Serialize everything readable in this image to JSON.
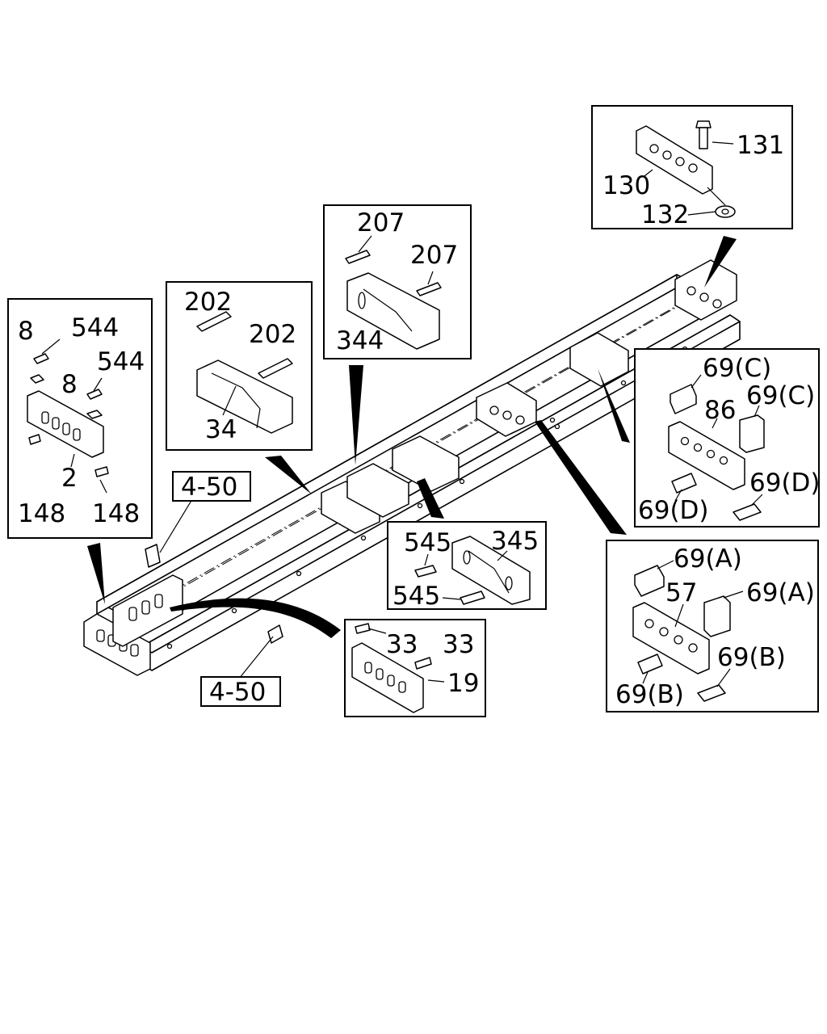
{
  "callouts": {
    "front_crossmember": {
      "a": "8",
      "b": "544",
      "c": "544",
      "d": "8",
      "e": "2",
      "f": "148",
      "g": "148"
    },
    "crossmember_34": {
      "a": "202",
      "b": "202",
      "c": "34"
    },
    "crossmember_344": {
      "a": "207",
      "b": "207",
      "c": "344"
    },
    "rear_end": {
      "a": "131",
      "b": "130",
      "c": "132"
    },
    "crossmember_86": {
      "a": "69(C)",
      "b": "69(C)",
      "c": "86",
      "d": "69(D)",
      "e": "69(D)"
    },
    "crossmember_345": {
      "a": "545",
      "b": "345",
      "c": "545"
    },
    "crossmember_57": {
      "a": "69(A)",
      "b": "57",
      "c": "69(A)",
      "d": "69(B)",
      "e": "69(B)"
    },
    "crossmember_19": {
      "a": "33",
      "b": "33",
      "c": "19"
    }
  },
  "references": {
    "upper": "4-50",
    "lower": "4-50"
  }
}
